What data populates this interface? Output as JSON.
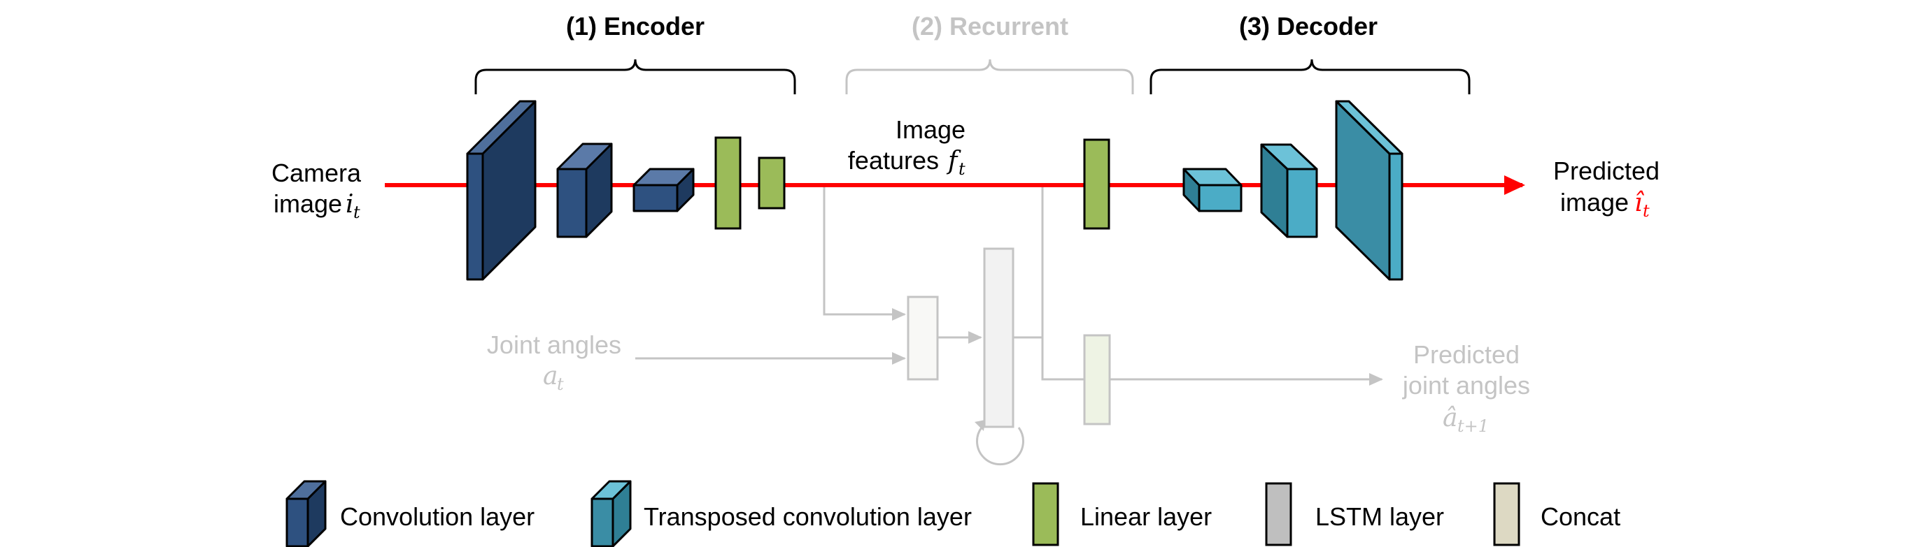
{
  "sections": {
    "encoder": "(1) Encoder",
    "recurrent": "(2) Recurrent",
    "decoder": "(3) Decoder"
  },
  "labels": {
    "camera_line1": "Camera",
    "camera_line2": "image",
    "camera_var": "i",
    "camera_sub": "t",
    "features_line1": "Image",
    "features_line2": "features",
    "features_var": "f",
    "features_sub": "t",
    "predicted_image_line1": "Predicted",
    "predicted_image_line2": "image",
    "predicted_image_var": "î",
    "predicted_image_sub": "t",
    "joint_line1": "Joint angles",
    "joint_var": "a",
    "joint_sub": "t",
    "pred_joint_line1": "Predicted",
    "pred_joint_line2": "joint angles",
    "pred_joint_var": "â",
    "pred_joint_sub": "t+1"
  },
  "legend": {
    "conv": "Convolution layer",
    "tconv": "Transposed convolution layer",
    "linear": "Linear layer",
    "lstm": "LSTM layer",
    "concat": "Concat"
  },
  "colors": {
    "main_flow": "#ff0000",
    "conv": "#2e5180",
    "tconv": "#3a8da5",
    "linear": "#9bbb59",
    "lstm": "#bfbfbf",
    "concat": "#ddd9c3",
    "faded": "#c4c4c4",
    "text": "#000000"
  },
  "icons": {
    "flow_arrow": "arrow-right-icon",
    "recurrence": "loop-arrow-icon"
  }
}
